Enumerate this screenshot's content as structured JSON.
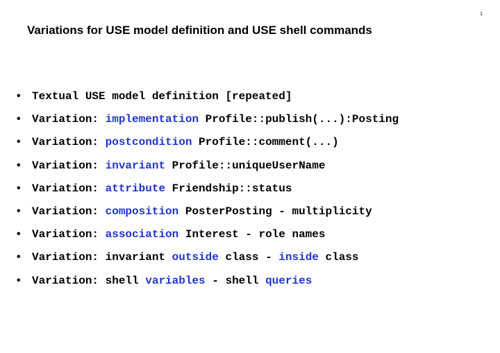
{
  "slide": {
    "page_number": "1",
    "title": "Variations for USE model definition and USE shell commands",
    "accent_color": "#1f35cc",
    "bullet_symbol": "•",
    "bullets": [
      {
        "segments": [
          {
            "text": "Textual USE model definition [repeated]",
            "accent": false
          }
        ]
      },
      {
        "segments": [
          {
            "text": "Variation: ",
            "accent": false
          },
          {
            "text": "implementation",
            "accent": true
          },
          {
            "text": " Profile::publish(...):Posting",
            "accent": false
          }
        ]
      },
      {
        "segments": [
          {
            "text": "Variation: ",
            "accent": false
          },
          {
            "text": "postcondition",
            "accent": true
          },
          {
            "text": " Profile::comment(...)",
            "accent": false
          }
        ]
      },
      {
        "segments": [
          {
            "text": "Variation: ",
            "accent": false
          },
          {
            "text": "invariant",
            "accent": true
          },
          {
            "text": " Profile::uniqueUserName",
            "accent": false
          }
        ]
      },
      {
        "segments": [
          {
            "text": "Variation: ",
            "accent": false
          },
          {
            "text": "attribute",
            "accent": true
          },
          {
            "text": " Friendship::status",
            "accent": false
          }
        ]
      },
      {
        "segments": [
          {
            "text": "Variation: ",
            "accent": false
          },
          {
            "text": "composition",
            "accent": true
          },
          {
            "text": " PosterPosting - multiplicity",
            "accent": false
          }
        ]
      },
      {
        "segments": [
          {
            "text": "Variation: ",
            "accent": false
          },
          {
            "text": "association",
            "accent": true
          },
          {
            "text": " Interest - role names",
            "accent": false
          }
        ]
      },
      {
        "segments": [
          {
            "text": "Variation: invariant ",
            "accent": false
          },
          {
            "text": "outside",
            "accent": true
          },
          {
            "text": " class - ",
            "accent": false
          },
          {
            "text": "inside",
            "accent": true
          },
          {
            "text": " class",
            "accent": false
          }
        ]
      },
      {
        "segments": [
          {
            "text": "Variation: shell ",
            "accent": false
          },
          {
            "text": "variables",
            "accent": true
          },
          {
            "text": " - shell ",
            "accent": false
          },
          {
            "text": "queries",
            "accent": true
          }
        ]
      }
    ]
  }
}
